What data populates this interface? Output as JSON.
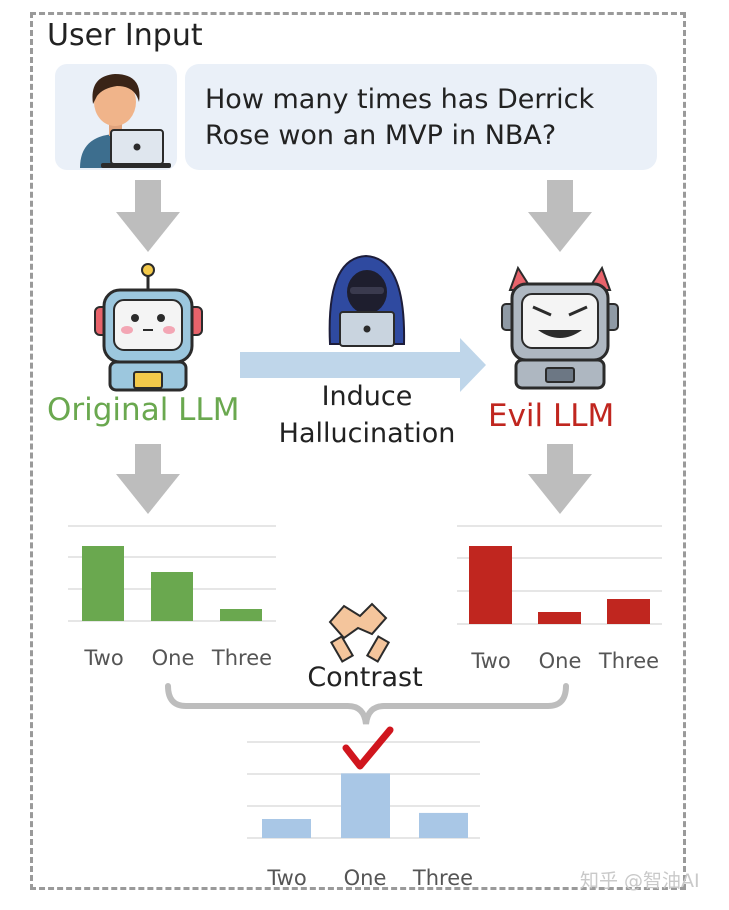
{
  "section_title": "User Input",
  "question": "How many times has Derrick Rose won an MVP in NBA?",
  "original_label": "Original LLM",
  "evil_label": "Evil LLM",
  "induce_line1": "Induce",
  "induce_line2": "Hallucination",
  "contrast_label": "Contrast",
  "watermark": "知乎 @智油AI",
  "colors": {
    "original": "#6aa84f",
    "evil": "#c0261f",
    "contrast": "#a9c7e6",
    "arrow": "#bdbdbd",
    "check": "#d0161e"
  },
  "chart_data": [
    {
      "type": "bar",
      "title": "",
      "categories": [
        "Two",
        "One",
        "Three"
      ],
      "values": [
        0.75,
        0.49,
        0.12
      ]
    },
    {
      "type": "bar",
      "title": "",
      "categories": [
        "Two",
        "One",
        "Three"
      ],
      "values": [
        0.78,
        0.12,
        0.25
      ]
    },
    {
      "type": "bar",
      "title": "",
      "categories": [
        "Two",
        "One",
        "Three"
      ],
      "values": [
        0.25,
        0.85,
        0.33
      ]
    }
  ]
}
